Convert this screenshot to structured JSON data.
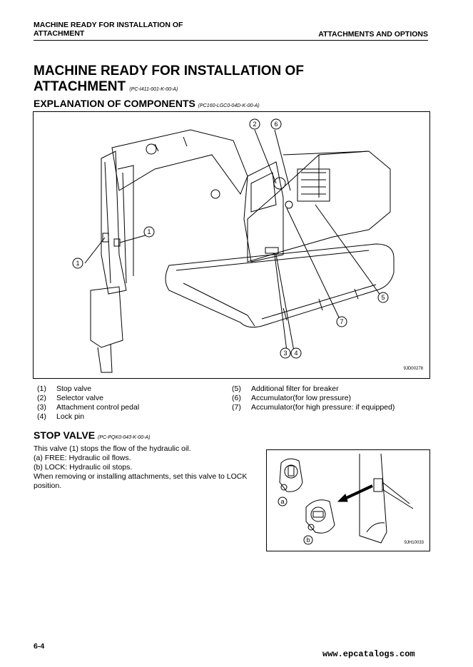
{
  "header": {
    "left_line1": "MACHINE READY FOR INSTALLATION OF",
    "left_line2": "ATTACHMENT",
    "right": "ATTACHMENTS AND OPTIONS"
  },
  "title": {
    "line1": "MACHINE READY FOR INSTALLATION OF",
    "line2": "ATTACHMENT",
    "code": "(PC-I411-001-K-00-A)"
  },
  "section1": {
    "heading": "EXPLANATION OF COMPONENTS",
    "code": "(PC160-LGC0-04D-K-00-A)"
  },
  "figure1": {
    "ref": "9JD00278",
    "callouts": [
      "1",
      "1",
      "2",
      "6",
      "5",
      "7",
      "3",
      "4"
    ]
  },
  "components_left": [
    {
      "num": "(1)",
      "label": "Stop valve"
    },
    {
      "num": "(2)",
      "label": "Selector valve"
    },
    {
      "num": "(3)",
      "label": "Attachment control pedal"
    },
    {
      "num": "(4)",
      "label": "Lock pin"
    }
  ],
  "components_right": [
    {
      "num": "(5)",
      "label": "Additional filter for breaker"
    },
    {
      "num": "(6)",
      "label": "Accumulator(for low pressure)"
    },
    {
      "num": "(7)",
      "label": "Accumulator(for high pressure: if equipped)"
    }
  ],
  "section2": {
    "heading": "STOP VALVE",
    "code": "(PC-PQK0-043-K-00-A)",
    "lines": [
      "This valve (1) stops the flow of the hydraulic oil.",
      "(a) FREE: Hydraulic oil flows.",
      "(b) LOCK: Hydraulic oil stops.",
      "When removing or installing attachments, set this valve to LOCK",
      "position."
    ]
  },
  "figure2": {
    "ref": "9JH10033",
    "label_a": "a",
    "label_b": "b"
  },
  "footer": {
    "page": "6-4",
    "watermark": "www.epcatalogs.com"
  }
}
